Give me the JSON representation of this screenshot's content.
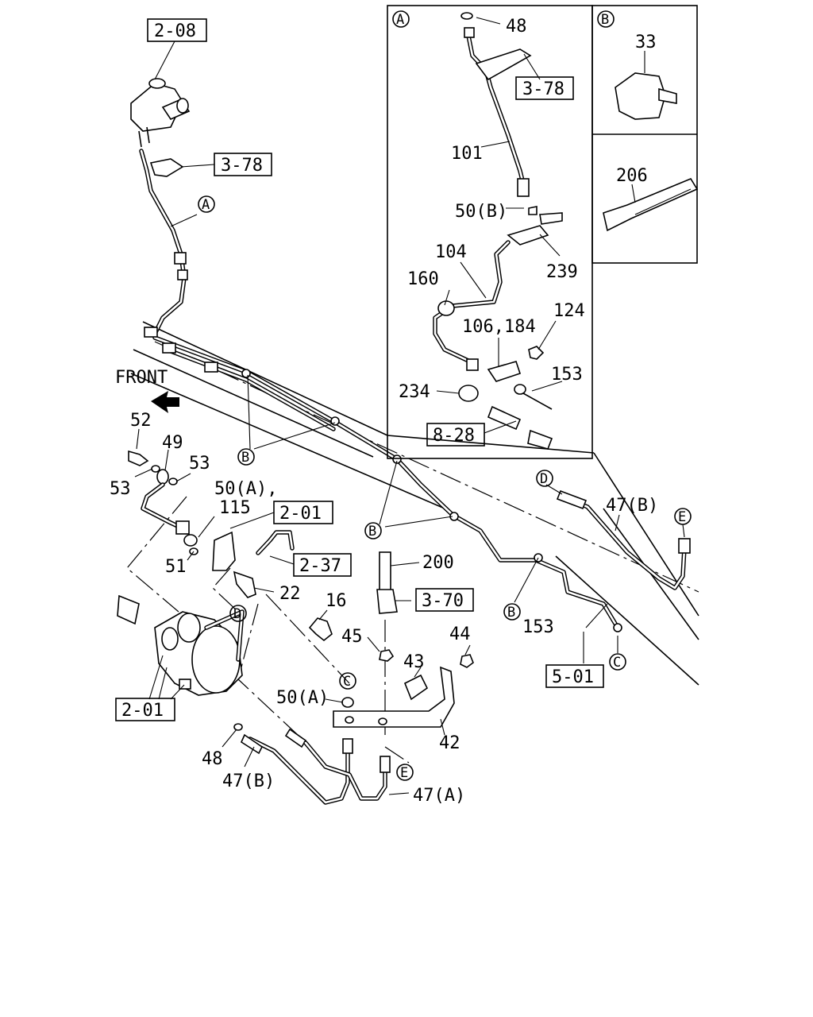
{
  "refs": {
    "r208": "2-08",
    "r378_top": "3-78",
    "r378_inset": "3-78",
    "r828": "8-28",
    "r201_mid": "2-01",
    "r237": "2-37",
    "r370": "3-70",
    "r501": "5-01",
    "r201_low": "2-01"
  },
  "callouts": {
    "A_main": "A",
    "A_inset": "A",
    "B_inset": "B",
    "B_left": "B",
    "B_mid": "B",
    "B_right": "B",
    "C_right": "C",
    "C_bottom": "C",
    "D_left": "D",
    "D_right": "D",
    "E_right": "E",
    "E_bottom": "E"
  },
  "labels": {
    "front": "FRONT",
    "p48_inset": "48",
    "p101": "101",
    "p50b": "50(B)",
    "p104": "104",
    "p160": "160",
    "p239": "239",
    "p106_184": "106,184",
    "p124": "124",
    "p153_inset": "153",
    "p234": "234",
    "p33": "33",
    "p206": "206",
    "p52": "52",
    "p49": "49",
    "p53_right": "53",
    "p53_left": "53",
    "p50a_115_line1": "50(A),",
    "p50a_115_line2": "115",
    "p51": "51",
    "p22": "22",
    "p200": "200",
    "p16": "16",
    "p45": "45",
    "p44": "44",
    "p43": "43",
    "p50a": "50(A)",
    "p42": "42",
    "p48_low": "48",
    "p47b_low": "47(B)",
    "p47a": "47(A)",
    "p47b_right": "47(B)",
    "p153_right": "153"
  }
}
